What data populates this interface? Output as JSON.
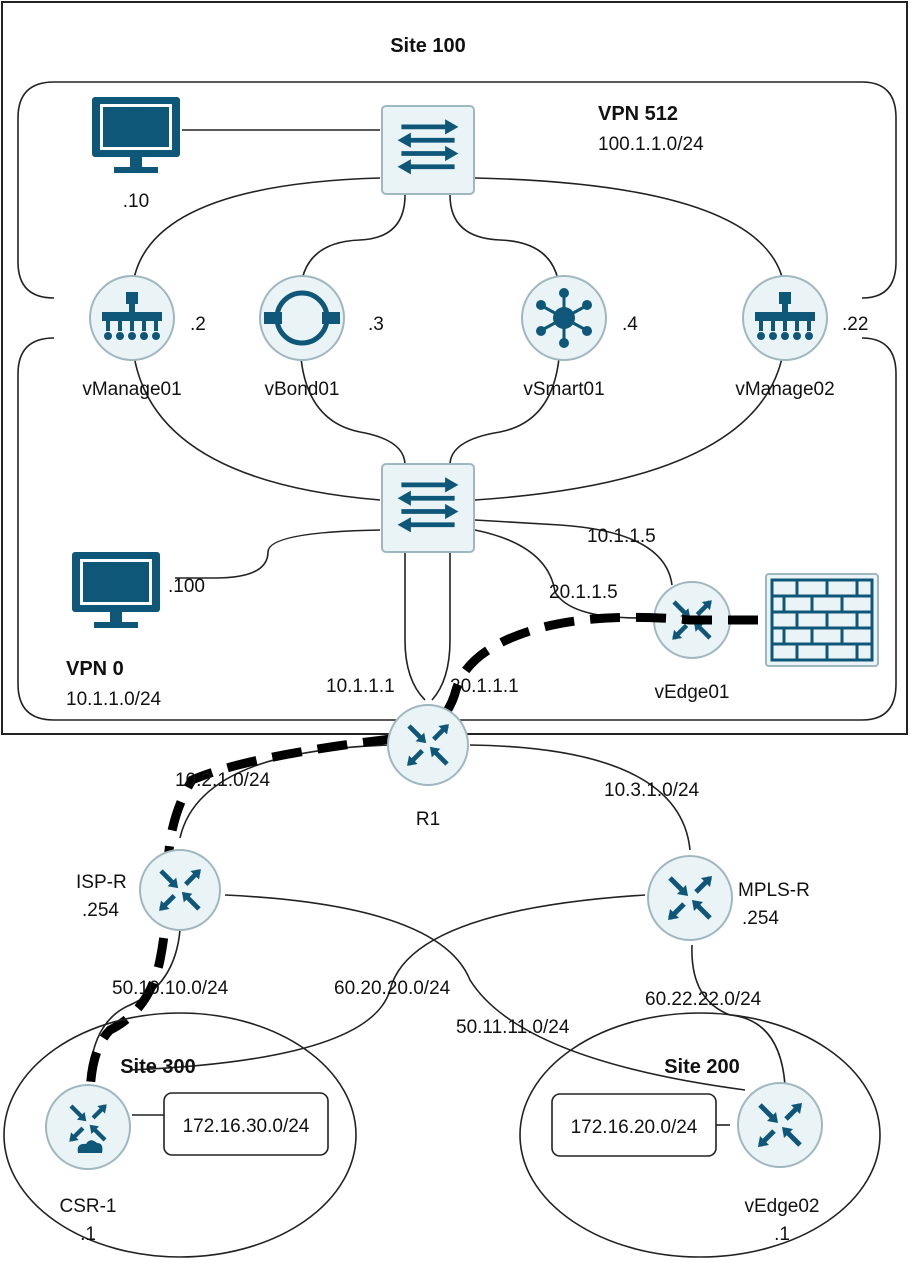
{
  "site100": {
    "title": "Site 100"
  },
  "vpn512": {
    "title": "VPN 512",
    "subnet": "100.1.1.0/24",
    "host_suffix": ".10"
  },
  "vpn0": {
    "title": "VPN 0",
    "subnet": "10.1.1.0/24",
    "host_suffix": ".100"
  },
  "controllers": {
    "vmanage01": {
      "name": "vManage01",
      "suffix": ".2"
    },
    "vbond01": {
      "name": "vBond01",
      "suffix": ".3"
    },
    "vsmart01": {
      "name": "vSmart01",
      "suffix": ".4"
    },
    "vmanage02": {
      "name": "vManage02",
      "suffix": ".22"
    }
  },
  "vedge01": {
    "name": "vEdge01",
    "ip_top": "10.1.1.5",
    "ip_bottom": "20.1.1.5"
  },
  "r1": {
    "name": "R1",
    "ip_left": "10.1.1.1",
    "ip_right": "20.1.1.1"
  },
  "links": {
    "r1_isp": "10.2.1.0/24",
    "r1_mpls": "10.3.1.0/24",
    "isp_site300": "50.10.10.0/24",
    "mpls_site300": "60.20.20.0/24",
    "isp_site200": "50.11.11.0/24",
    "mpls_site200": "60.22.22.0/24"
  },
  "isp_r": {
    "name": "ISP-R",
    "suffix": ".254"
  },
  "mpls_r": {
    "name": "MPLS-R",
    "suffix": ".254"
  },
  "site300": {
    "title": "Site 300",
    "lan": "172.16.30.0/24",
    "router": "CSR-1",
    "suffix": ".1"
  },
  "site200": {
    "title": "Site 200",
    "lan": "172.16.20.0/24",
    "router": "vEdge02",
    "suffix": ".1"
  },
  "colors": {
    "icon_blue": "#0e5778",
    "icon_fill": "#eaf3f6",
    "line": "#222222",
    "tunnel": "#000000"
  }
}
